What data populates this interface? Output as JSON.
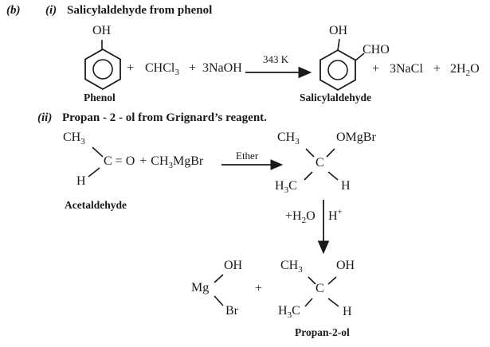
{
  "colors": {
    "ink": "#1a1a1a",
    "paper": "#ffffff"
  },
  "symbols": {
    "plus": "+"
  },
  "heading1": {
    "part": "(b)",
    "index": "(i)",
    "title": "Salicylaldehyde from phenol"
  },
  "heading2": {
    "index": "(ii)",
    "title": "Propan - 2 - ol from Grignard’s reagent."
  },
  "reaction1": {
    "phenol": {
      "oh": "OH",
      "name": "Phenol"
    },
    "chloroform": {
      "base": "CHCl",
      "sub": "3"
    },
    "naoh": "3NaOH",
    "condition": "343 K",
    "salicylaldehyde": {
      "oh": "OH",
      "cho": "CHO",
      "name": "Salicylaldehyde"
    },
    "nacl": "3NaCl",
    "water": {
      "pre": "2H",
      "sub": "2",
      "post": "O"
    }
  },
  "reaction2": {
    "acetaldehyde": {
      "ch3": {
        "base": "CH",
        "sub": "3"
      },
      "carbon": "C",
      "double_bond": "=",
      "oxygen": "O",
      "grignard": {
        "base": "CH",
        "sub": "3",
        "post": "MgBr"
      },
      "hydrogen": "H",
      "name": "Acetaldehyde"
    },
    "arrow_condition": "Ether",
    "adduct": {
      "ch3": {
        "base": "CH",
        "sub": "3"
      },
      "omgbr": "OMgBr",
      "carbon": "C",
      "h3c": {
        "pre": "H",
        "sub": "3",
        "post": "C"
      },
      "hydrogen": "H"
    },
    "hydrolysis": {
      "left": {
        "pre": "+H",
        "sub": "2",
        "post": "O"
      },
      "right": {
        "base": "H",
        "sup": "+"
      }
    },
    "mg_salt": {
      "mg": "Mg",
      "oh": "OH",
      "br": "Br"
    },
    "propan2ol": {
      "ch3": {
        "base": "CH",
        "sub": "3"
      },
      "oh": "OH",
      "carbon": "C",
      "h3c": {
        "pre": "H",
        "sub": "3",
        "post": "C"
      },
      "hydrogen": "H",
      "name": "Propan-2-ol"
    }
  }
}
